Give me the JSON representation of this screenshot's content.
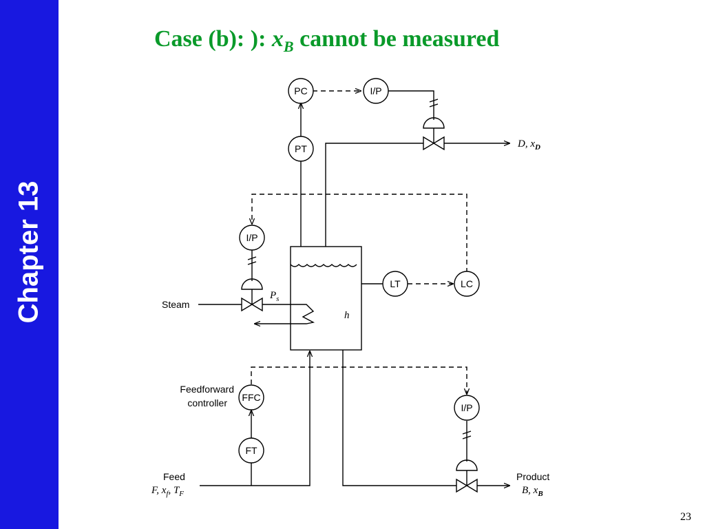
{
  "sidebar": {
    "label": "Chapter 13"
  },
  "title": {
    "prefix": "Case (b): ): ",
    "var": "x",
    "sub": "B",
    "suffix": " cannot be measured"
  },
  "page_number": "23",
  "diagram": {
    "controllers": {
      "pc": "PC",
      "ip_top": "I/P",
      "pt": "PT",
      "ip_left": "I/P",
      "lt": "LT",
      "lc": "LC",
      "ffc": "FFC",
      "ft": "FT",
      "ip_bottom": "I/P"
    },
    "labels": {
      "steam": "Steam",
      "ps": "P",
      "ps_sub": "s",
      "h": "h",
      "feedforward_line1": "Feedforward",
      "feedforward_line2": "controller",
      "feed": "Feed",
      "feed_vars": "F, x",
      "feed_vars_sub1": "f",
      "feed_vars_mid": ", T",
      "feed_vars_sub2": "F",
      "product": "Product",
      "product_vars": "B, x",
      "product_vars_sub": "B",
      "distillate_vars": "D, x",
      "distillate_vars_sub": "D"
    }
  }
}
